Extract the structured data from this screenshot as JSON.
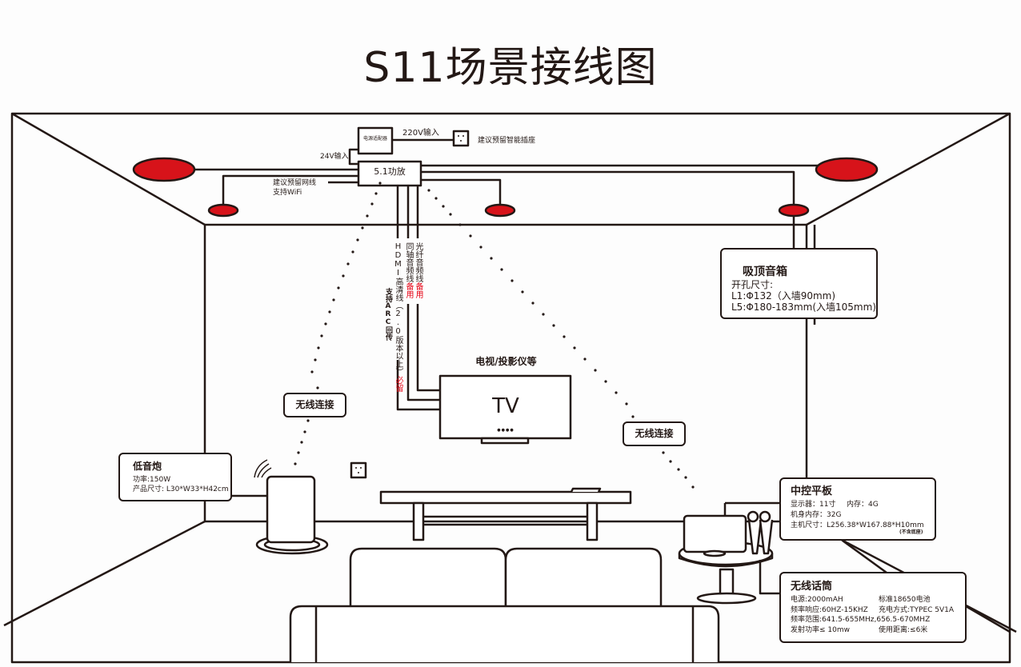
{
  "title": "S11场景接线图",
  "colors": {
    "line": "#231815",
    "speaker_red": "#d7131a",
    "note_red": "#e60012"
  },
  "power": {
    "adapter_label": "电源适配器",
    "input_220v": "220V输入",
    "input_24v": "24V输入",
    "outlet_note": "建议预留智能插座",
    "outlet_icon": "power-outlet-icon"
  },
  "amplifier": {
    "label": "5.1功放"
  },
  "network": {
    "line1": "建议预留网线",
    "line2": "支持WiFi"
  },
  "cables": {
    "optical": {
      "label": "光纤音频线",
      "note": "备用"
    },
    "coaxial": {
      "label": "同轴音频线",
      "note": "备用"
    },
    "hdmi": {
      "label": "HDMI高清线（2.0版本以上）",
      "note": "必留",
      "sub": "支持ARC回传"
    }
  },
  "tv": {
    "caption": "电视/投影仪等",
    "label": "TV",
    "indicator": "●●●●"
  },
  "wireless_left": {
    "label": "无线连接"
  },
  "wireless_right": {
    "label": "无线连接"
  },
  "ceiling_speaker": {
    "title": "吸顶音箱",
    "lines": [
      "开孔尺寸:",
      "L1:Φ132（入墙90mm)",
      "L5:Φ180-183mm(入墙105mm)"
    ]
  },
  "subwoofer": {
    "title": "低音炮",
    "lines": [
      "功率:150W",
      "产品尺寸: L30*W33*H42cm"
    ]
  },
  "control_tablet": {
    "title": "中控平板",
    "display": "显示器：11寸",
    "memory": "内存：4G",
    "storage": "机身内存：32G",
    "size": "主机尺寸：L256.38*W167.88*H10mm",
    "size_note": "(不含底座)"
  },
  "microphone": {
    "title": "无线话筒",
    "rows": [
      [
        "电源:2000mAH",
        "标准18650电池"
      ],
      [
        "频率响应:60HZ-15KHZ",
        "充电方式:TYPEC 5V1A"
      ],
      [
        "频率范围:641.5-655MHz,656.5-670MHZ",
        ""
      ],
      [
        "发射功率≤ 10mw",
        "使用距离:≤6米"
      ]
    ]
  }
}
